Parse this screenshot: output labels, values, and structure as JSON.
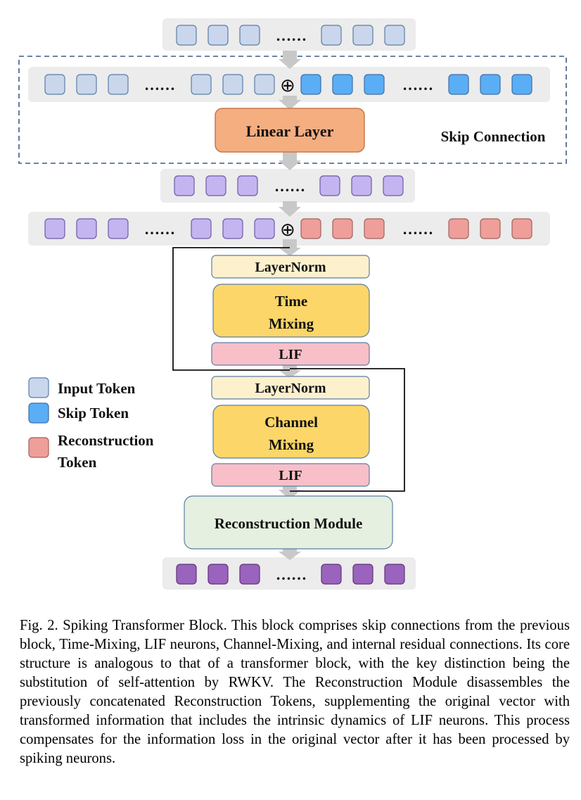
{
  "diagram": {
    "token_rows": [
      {
        "left": {
          "count": 3,
          "kind": "input"
        },
        "right": {
          "count": 3,
          "kind": "input"
        },
        "dots": "……"
      },
      {
        "left": {
          "count": 3,
          "kind": "input"
        },
        "right": {
          "count": 3,
          "kind": "input"
        },
        "dots_left": "……",
        "plus": "⊕",
        "right2": {
          "count": 3,
          "kind": "skip"
        },
        "dots_right": "……"
      },
      {
        "left": {
          "count": 3,
          "kind": "hidden"
        },
        "right": {
          "count": 3,
          "kind": "hidden"
        },
        "dots": "……"
      },
      {
        "left": {
          "count": 3,
          "kind": "hidden"
        },
        "right": {
          "count": 3,
          "kind": "hidden"
        },
        "dots_left": "……",
        "plus": "⊕",
        "right2": {
          "count": 3,
          "kind": "recon"
        },
        "dots_right": "……"
      },
      {
        "left": {
          "count": 3,
          "kind": "output"
        },
        "right": {
          "count": 3,
          "kind": "output"
        },
        "dots": "……"
      }
    ],
    "linear_layer": "Linear Layer",
    "skip_connection": "Skip Connection",
    "layernorm_1": "LayerNorm",
    "time_mixing_line1": "Time",
    "time_mixing_line2": "Mixing",
    "lif_1": "LIF",
    "layernorm_2": "LayerNorm",
    "channel_mixing_line1": "Channel",
    "channel_mixing_line2": "Mixing",
    "lif_2": "LIF",
    "reconstruction_module": "Reconstruction Module",
    "legend": {
      "input_token": "Input Token",
      "skip_token": "Skip Token",
      "reconstruction_token_line1": "Reconstruction",
      "reconstruction_token_line2": "Token"
    },
    "colors": {
      "input": "#c9d6ec",
      "skip": "#5aaef5",
      "hidden": "#c4b4f0",
      "recon": "#ef9e99",
      "output": "#9a63bd",
      "linear": "#f4ae80",
      "layernorm": "#fdf0cd",
      "mixing": "#fcd668",
      "lif": "#f8bfc8",
      "recon_module": "#e6f0e0",
      "row_bg": "#ececec",
      "arrow": "#c8c8c8"
    }
  },
  "caption": "Fig. 2.  Spiking Transformer Block. This block comprises skip connections from the previous block, Time-Mixing, LIF neurons, Channel-Mixing, and internal residual connections. Its core structure is analogous to that of a transformer block, with the key distinction being the substitution of self-attention by RWKV. The Reconstruction Module disassembles the previously concatenated Reconstruction Tokens, supplementing the original vector with transformed information that includes the intrinsic dynamics of LIF neurons. This process compensates for the information loss in the original vector after it has been processed by spiking neurons."
}
